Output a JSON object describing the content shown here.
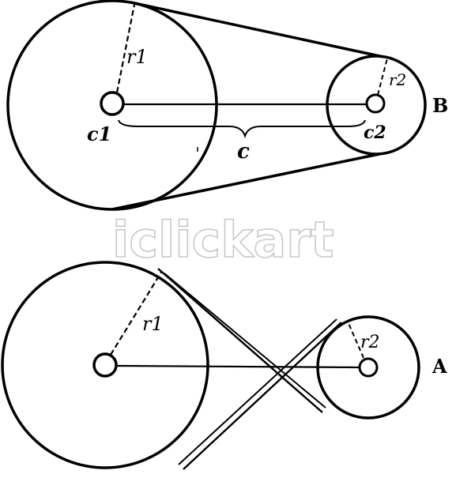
{
  "diagram": {
    "open_belt": {
      "label": "B",
      "radius_label_1": "r1",
      "radius_label_2": "r2",
      "center_label_1": "c1",
      "center_label_2": "c2",
      "distance_label": "c"
    },
    "crossed_belt": {
      "label": "A",
      "radius_label_1": "r1",
      "radius_label_2": "r2"
    }
  },
  "watermark": "iclickart"
}
